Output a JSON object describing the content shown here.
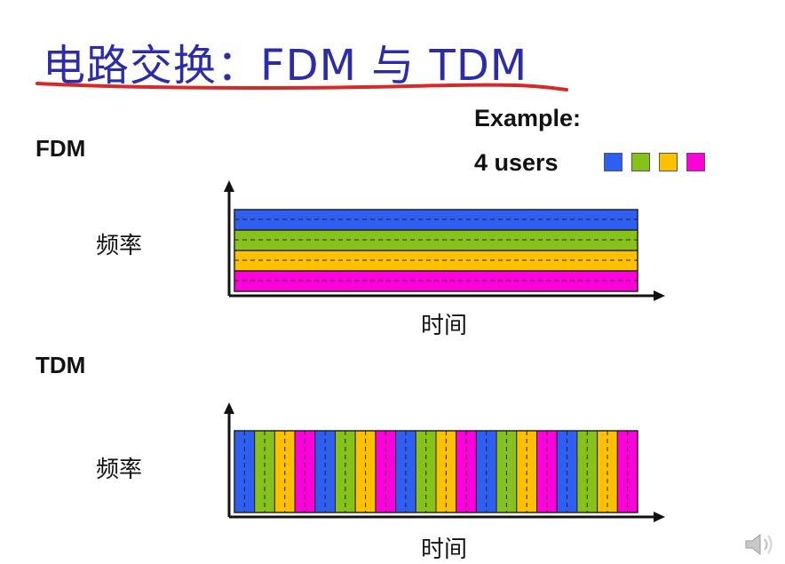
{
  "slide": {
    "title": "电路交换：FDM 与 TDM",
    "fdm_label": "FDM",
    "tdm_label": "TDM",
    "example_title": "Example:",
    "example_users": "4 users",
    "y_axis_label": "频率",
    "x_axis_label": "时间"
  },
  "colors": {
    "user1": "#2f5ff0",
    "user2": "#86c21a",
    "user3": "#ffc000",
    "user4": "#ff00dd",
    "title": "#2c2ca8",
    "underline": "#d42a2a"
  },
  "tdm": {
    "slot_count": 20,
    "slot_pattern": [
      "user1",
      "user2",
      "user3",
      "user4"
    ]
  },
  "icons": {
    "speaker": "speaker-icon"
  }
}
